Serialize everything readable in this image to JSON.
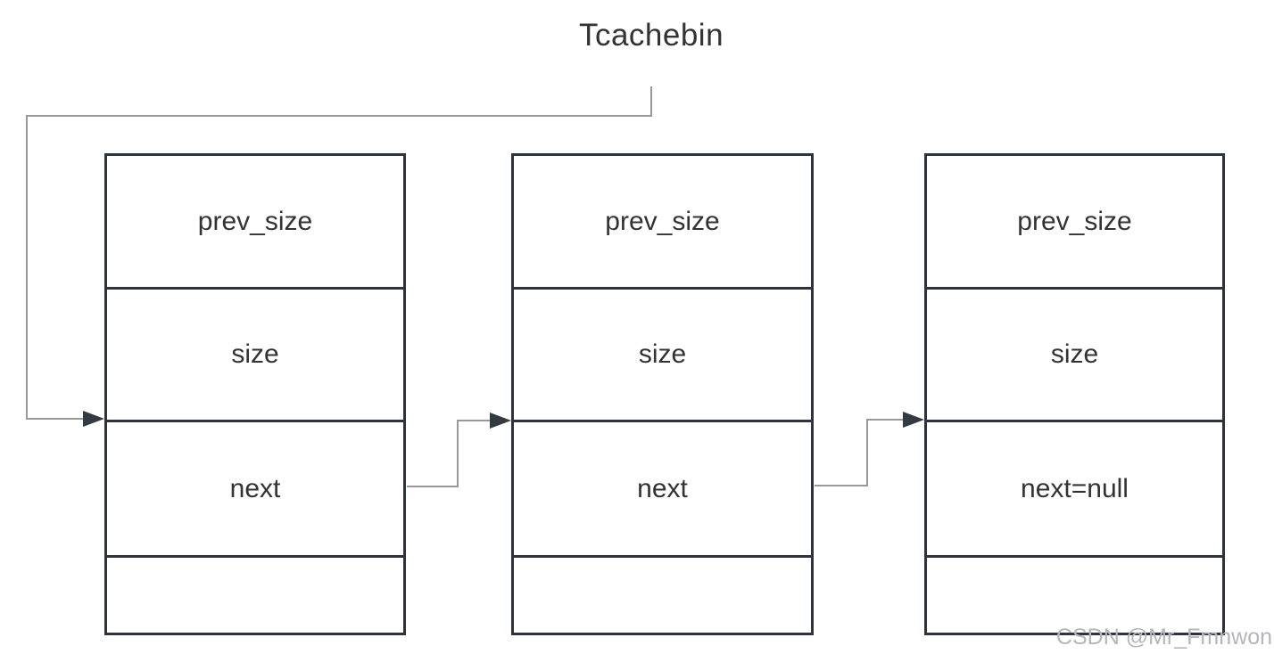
{
  "title": "Tcachebin",
  "watermark": "CSDN @Mr_Fmnwon",
  "nodes": [
    {
      "fields": [
        "prev_size",
        "size",
        "next",
        ""
      ]
    },
    {
      "fields": [
        "prev_size",
        "size",
        "next",
        ""
      ]
    },
    {
      "fields": [
        "prev_size",
        "size",
        "next=null",
        ""
      ]
    }
  ],
  "colors": {
    "box_border": "#2d343e",
    "text": "#333333",
    "connector_line": "#999999",
    "arrowhead": "#333a42",
    "watermark": "#b3b6bb"
  }
}
